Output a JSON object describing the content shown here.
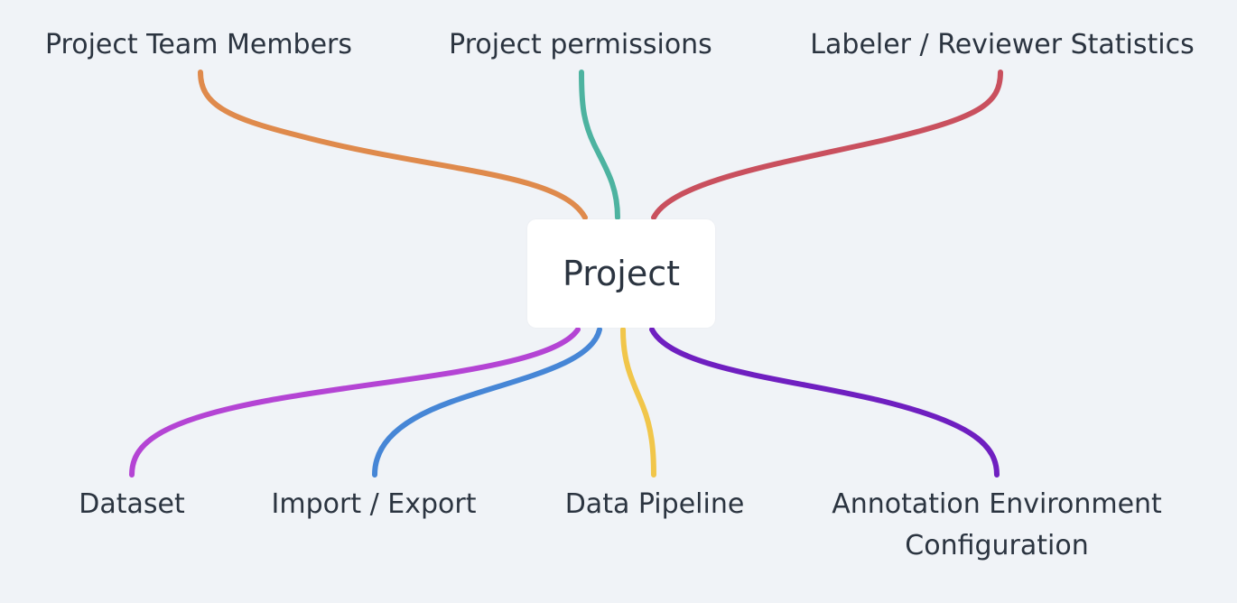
{
  "center": {
    "label": "Project"
  },
  "branches": [
    {
      "id": "team-members",
      "label": "Project Team Members",
      "color": "#df8a4c"
    },
    {
      "id": "permissions",
      "label": "Project permissions",
      "color": "#4db3a0"
    },
    {
      "id": "statistics",
      "label": "Labeler / Reviewer Statistics",
      "color": "#c9505e"
    },
    {
      "id": "dataset",
      "label": "Dataset",
      "color": "#b444d4"
    },
    {
      "id": "import-export",
      "label": "Import / Export",
      "color": "#4686d6"
    },
    {
      "id": "data-pipeline",
      "label": "Data Pipeline",
      "color": "#f1c64a"
    },
    {
      "id": "annotation-env",
      "label": "Annotation Environment Configuration",
      "label_lines": [
        "Annotation Environment",
        "Configuration"
      ],
      "color": "#6f1fc0"
    }
  ]
}
